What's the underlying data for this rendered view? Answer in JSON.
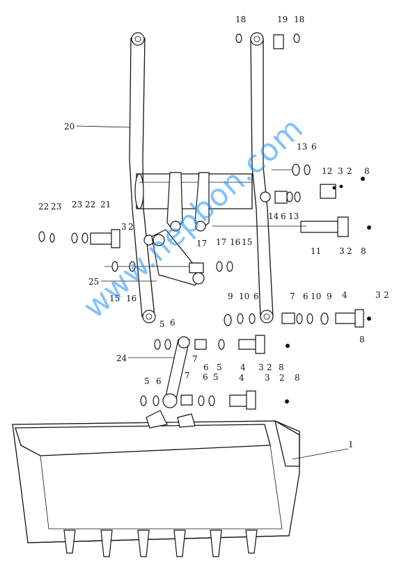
{
  "callouts": [
    {
      "id": "c18a",
      "text": "18"
    },
    {
      "id": "c19",
      "text": "19"
    },
    {
      "id": "c18b",
      "text": "18"
    },
    {
      "id": "c20",
      "text": "20"
    },
    {
      "id": "c13a",
      "text": "13"
    },
    {
      "id": "c6a",
      "text": "6"
    },
    {
      "id": "c12",
      "text": "12"
    },
    {
      "id": "c3a",
      "text": "3"
    },
    {
      "id": "c2a",
      "text": "2"
    },
    {
      "id": "c8a",
      "text": "8"
    },
    {
      "id": "c14",
      "text": "14"
    },
    {
      "id": "c6b",
      "text": "6"
    },
    {
      "id": "c13b",
      "text": "13"
    },
    {
      "id": "c22a",
      "text": "22"
    },
    {
      "id": "c23a",
      "text": "23"
    },
    {
      "id": "c23b",
      "text": "23"
    },
    {
      "id": "c22b",
      "text": "22"
    },
    {
      "id": "c21",
      "text": "21"
    },
    {
      "id": "c3b",
      "text": "3"
    },
    {
      "id": "c2b",
      "text": "2"
    },
    {
      "id": "c17a",
      "text": "17"
    },
    {
      "id": "c17b",
      "text": "17"
    },
    {
      "id": "c16a",
      "text": "16"
    },
    {
      "id": "c15a",
      "text": "15"
    },
    {
      "id": "c11",
      "text": "11"
    },
    {
      "id": "c3c",
      "text": "3"
    },
    {
      "id": "c2c",
      "text": "2"
    },
    {
      "id": "c8b",
      "text": "8"
    },
    {
      "id": "c25",
      "text": "25"
    },
    {
      "id": "c15b",
      "text": "15"
    },
    {
      "id": "c16b",
      "text": "16"
    },
    {
      "id": "c9a",
      "text": "9"
    },
    {
      "id": "c10a",
      "text": "10"
    },
    {
      "id": "c6c",
      "text": "6"
    },
    {
      "id": "c7a",
      "text": "7"
    },
    {
      "id": "c6d",
      "text": "6"
    },
    {
      "id": "c10b",
      "text": "10"
    },
    {
      "id": "c9b",
      "text": "9"
    },
    {
      "id": "c4a",
      "text": "4"
    },
    {
      "id": "c3d",
      "text": "3"
    },
    {
      "id": "c2d",
      "text": "2"
    },
    {
      "id": "c8c",
      "text": "8"
    },
    {
      "id": "c5a",
      "text": "5"
    },
    {
      "id": "c6e",
      "text": "6"
    },
    {
      "id": "c24",
      "text": "24"
    },
    {
      "id": "c7b",
      "text": "7"
    },
    {
      "id": "c6f",
      "text": "6"
    },
    {
      "id": "c5b",
      "text": "5"
    },
    {
      "id": "c4b",
      "text": "4"
    },
    {
      "id": "c3e",
      "text": "3"
    },
    {
      "id": "c2e",
      "text": "2"
    },
    {
      "id": "c8d",
      "text": "8"
    },
    {
      "id": "c5c",
      "text": "5"
    },
    {
      "id": "c6g",
      "text": "6"
    },
    {
      "id": "c7c",
      "text": "7"
    },
    {
      "id": "c6h",
      "text": "6"
    },
    {
      "id": "c5d",
      "text": "5"
    },
    {
      "id": "c4c",
      "text": "4"
    },
    {
      "id": "c3f",
      "text": "3"
    },
    {
      "id": "c2f",
      "text": "2"
    },
    {
      "id": "c8e",
      "text": "8"
    },
    {
      "id": "c1",
      "text": "1"
    }
  ],
  "watermark": "www.nepbon.com",
  "colors": {
    "line": "#111111",
    "watermark": "#1e90ff",
    "background": "#ffffff"
  }
}
